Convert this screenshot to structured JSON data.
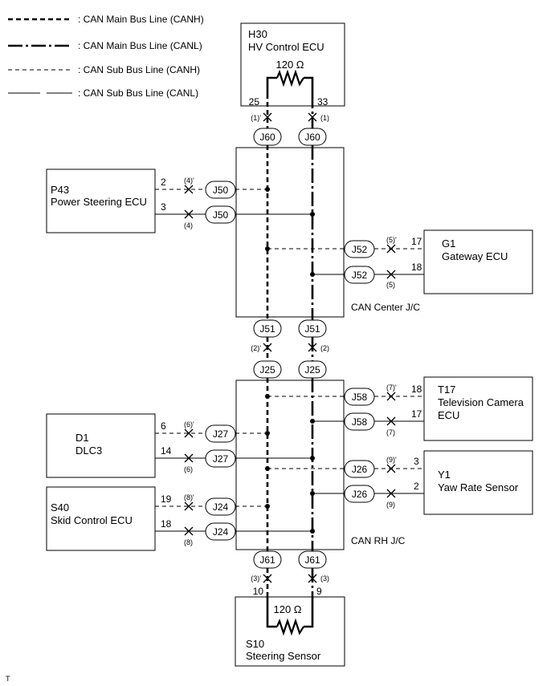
{
  "legend": [
    {
      "id": "canh-main",
      "label": ": CAN Main Bus Line (CANH)"
    },
    {
      "id": "canl-main",
      "label": ": CAN Main Bus Line (CANL)"
    },
    {
      "id": "canh-sub",
      "label": ": CAN Sub Bus Line (CANH)"
    },
    {
      "id": "canl-sub",
      "label": ": CAN Sub Bus Line (CANL)"
    }
  ],
  "ecus": {
    "hv": {
      "code": "H30",
      "name": "HV Control ECU"
    },
    "ps": {
      "code": "P43",
      "name": "Power Steering ECU"
    },
    "gw": {
      "code": "G1",
      "name": "Gateway ECU"
    },
    "tv": {
      "code": "T17",
      "name": "Television Camera",
      "name2": "ECU"
    },
    "dlc": {
      "code": "D1",
      "name": "DLC3"
    },
    "yaw": {
      "code": "Y1",
      "name": "Yaw Rate Sensor"
    },
    "skid": {
      "code": "S40",
      "name": "Skid Control ECU"
    },
    "str": {
      "code": "S10",
      "name": "Steering Sensor"
    }
  },
  "junctions": {
    "center": "CAN Center J/C",
    "rh": "CAN RH J/C"
  },
  "resistors": {
    "top": "120 Ω",
    "bottom": "120 Ω"
  },
  "connectors": {
    "j60": "J60",
    "j50": "J50",
    "j52": "J52",
    "j51": "J51",
    "j25": "J25",
    "j58": "J58",
    "j27": "J27",
    "j26": "J26",
    "j24": "J24",
    "j61": "J61"
  },
  "pins": {
    "hv_h": "25",
    "hv_l": "33",
    "ps_h": "2",
    "ps_l": "3",
    "gw_h": "17",
    "gw_l": "18",
    "tv_h": "18",
    "tv_l": "17",
    "dlc_h": "6",
    "dlc_l": "14",
    "yaw_h": "3",
    "yaw_l": "2",
    "skid_h": "19",
    "skid_l": "18",
    "str_h": "10",
    "str_l": "9"
  },
  "points": {
    "p1a": "(1)'",
    "p1": "(1)",
    "p2a": "(2)'",
    "p2": "(2)",
    "p3a": "(3)'",
    "p3": "(3)",
    "p4a": "(4)'",
    "p4": "(4)",
    "p5a": "(5)'",
    "p5": "(5)",
    "p6a": "(6)'",
    "p6": "(6)",
    "p7a": "(7)'",
    "p7": "(7)",
    "p8a": "(8)'",
    "p8": "(8)",
    "p9a": "(9)'",
    "p9": "(9)"
  },
  "footer": "T"
}
